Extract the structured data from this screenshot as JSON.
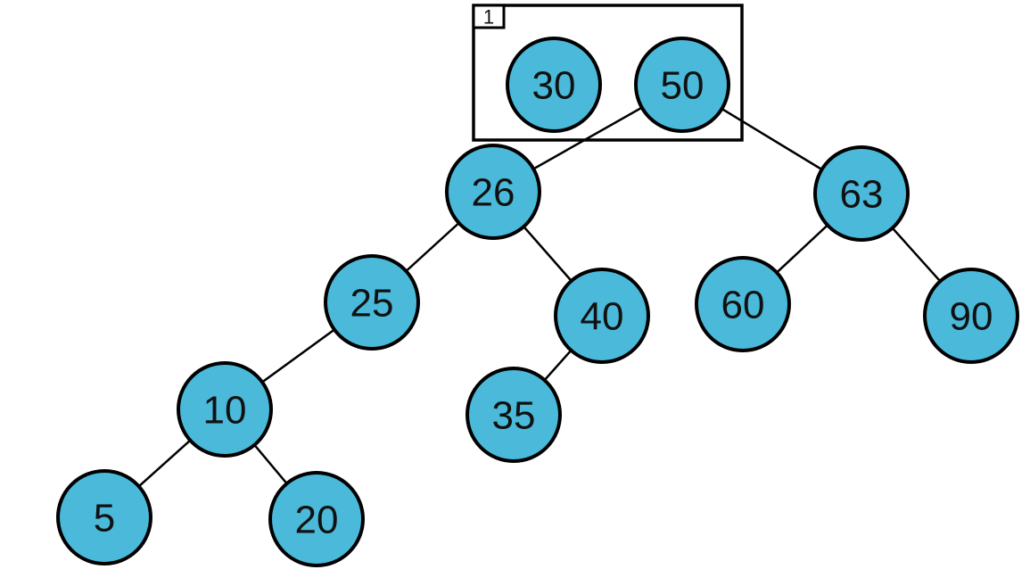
{
  "diagram": {
    "kind": "binary-search-tree",
    "group_box": {
      "label": "1",
      "contains": [
        "30",
        "50"
      ]
    },
    "nodes": {
      "n30": {
        "value": "30"
      },
      "n50": {
        "value": "50"
      },
      "n26": {
        "value": "26"
      },
      "n63": {
        "value": "63"
      },
      "n25": {
        "value": "25"
      },
      "n40": {
        "value": "40"
      },
      "n60": {
        "value": "60"
      },
      "n90": {
        "value": "90"
      },
      "n10": {
        "value": "10"
      },
      "n35": {
        "value": "35"
      },
      "n5": {
        "value": "5"
      },
      "n20": {
        "value": "20"
      }
    },
    "edges": [
      {
        "from": "50",
        "to": "26"
      },
      {
        "from": "50",
        "to": "63"
      },
      {
        "from": "26",
        "to": "25"
      },
      {
        "from": "26",
        "to": "40"
      },
      {
        "from": "25",
        "to": "10"
      },
      {
        "from": "10",
        "to": "5"
      },
      {
        "from": "10",
        "to": "20"
      },
      {
        "from": "40",
        "to": "35"
      },
      {
        "from": "63",
        "to": "60"
      },
      {
        "from": "63",
        "to": "90"
      }
    ],
    "colors": {
      "node_fill": "#4ab9da",
      "node_stroke": "#000000",
      "edge_stroke": "#000000",
      "background": "#ffffff",
      "text": "#111111"
    }
  }
}
